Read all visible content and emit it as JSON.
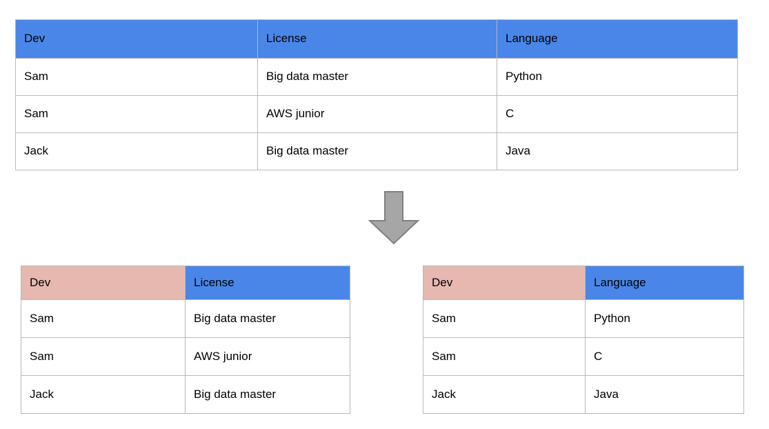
{
  "colors": {
    "header_blue": "#4a86e8",
    "header_pink": "#e6b8b0",
    "border_gray": "#b7b7b7",
    "arrow_fill": "#a6a6a6",
    "arrow_stroke": "#808080",
    "cell_background": "#ffffff",
    "text": "#000000"
  },
  "source_table": {
    "name": "source-table",
    "columns": [
      "Dev",
      "License",
      "Language"
    ],
    "header_styles": [
      "blue",
      "blue",
      "blue"
    ],
    "rows": [
      [
        "Sam",
        "Big data master",
        "Python"
      ],
      [
        "Sam",
        "AWS junior",
        "C"
      ],
      [
        "Jack",
        "Big data master",
        "Java"
      ]
    ]
  },
  "arrow": {
    "name": "down-arrow-icon",
    "direction": "down"
  },
  "result_tables": [
    {
      "name": "dev-license-table",
      "columns": [
        "Dev",
        "License"
      ],
      "header_styles": [
        "pink",
        "blue"
      ],
      "rows": [
        [
          "Sam",
          "Big data master"
        ],
        [
          "Sam",
          "AWS junior"
        ],
        [
          "Jack",
          "Big data master"
        ]
      ]
    },
    {
      "name": "dev-language-table",
      "columns": [
        "Dev",
        "Language"
      ],
      "header_styles": [
        "pink",
        "blue"
      ],
      "rows": [
        [
          "Sam",
          "Python"
        ],
        [
          "Sam",
          "C"
        ],
        [
          "Jack",
          "Java"
        ]
      ]
    }
  ]
}
